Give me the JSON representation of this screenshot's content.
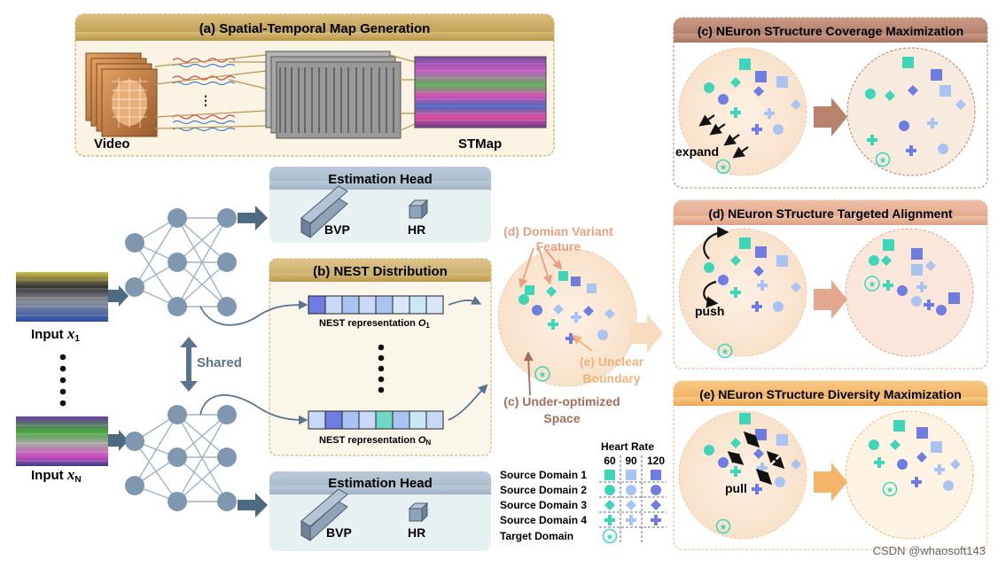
{
  "panel_a": {
    "title": "(a) Spatial-Temporal Map Generation",
    "video_label": "Video",
    "stmap_label": "STMap",
    "dots": "⋮"
  },
  "estimation_head_top": {
    "title": "Estimation Head",
    "bvp": "BVP",
    "hr": "HR"
  },
  "estimation_head_bottom": {
    "title": "Estimation Head",
    "bvp": "BVP",
    "hr": "HR"
  },
  "panel_b": {
    "title": "(b) NEST Distribution",
    "rep1_prefix": "NEST representation ",
    "rep1_var": "O",
    "rep1_sub": "1",
    "repN_prefix": "NEST representation ",
    "repN_var": "O",
    "repN_sub": "N"
  },
  "inputs": {
    "input1_text": "Input ",
    "input1_var": "x",
    "input1_sub": "1",
    "inputN_text": "Input ",
    "inputN_var": "x",
    "inputN_sub": "N",
    "shared": "Shared"
  },
  "middle_annotations": {
    "d_line1": "(d) Domian Variant",
    "d_line2": "Feature",
    "e_line1": "(e) Unclear",
    "e_line2": "Boundary",
    "c_line1": "(c) Under-optimized",
    "c_line2": "Space"
  },
  "panel_c": {
    "title": "(c) NEuron STructure Coverage Maximization",
    "action": "expand"
  },
  "panel_d": {
    "title": "(d) NEuron STructure Targeted Alignment",
    "action": "push"
  },
  "panel_e": {
    "title": "(e) NEuron STructure Diversity Maximization",
    "action": "pull"
  },
  "legend": {
    "heart_rate": "Heart Rate",
    "hr_values": [
      "60",
      "90",
      "120"
    ],
    "rows": [
      "Source Domain 1",
      "Source Domain 2",
      "Source Domain 3",
      "Source Domain 4",
      "Target Domain"
    ]
  },
  "watermark": "CSDN @whaosoft143",
  "colors": {
    "teal": "#3ed6b8",
    "light_blue": "#a9c3f2",
    "indigo": "#6f7de0",
    "gold_header": "#c8a85a",
    "brown_header": "#b8826c",
    "salmon_header": "#e2a98e",
    "orange_header": "#f3b56a",
    "steel_header": "#a9bccd"
  }
}
